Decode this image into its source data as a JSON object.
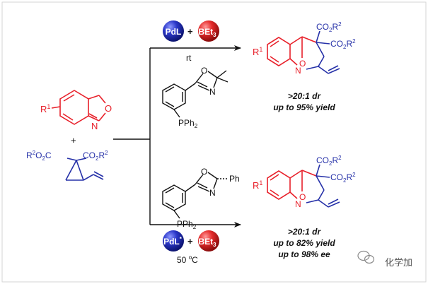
{
  "colors": {
    "red": "#e8202a",
    "blue": "#2530a8",
    "black": "#111111",
    "pd_ball": "#2a36c8",
    "bet_ball": "#e42a2a"
  },
  "reactants": {
    "substituent": "R",
    "substituent_sup": "1",
    "ring_o": "O",
    "ring_n": "N",
    "plus": "+",
    "ester_left": "R",
    "ester_left_sup": "2",
    "ester_left_tail": "O",
    "ester_left_c": "C",
    "ester_right": "CO",
    "ester_right_sub": "2",
    "ester_right_r": "R",
    "ester_right_sup": "2",
    "ester_left_o2": "2"
  },
  "top": {
    "pd_label": "PdL",
    "plus": "+",
    "bet_label": "BEt",
    "bet_sub": "3",
    "condition": "rt",
    "ligand_o": "O",
    "ligand_n": "N",
    "ligand_p": "PPh",
    "ligand_p_sub": "2",
    "product_r1": "R",
    "product_r1_sup": "1",
    "product_n": "N",
    "product_o": "O",
    "product_ester1": "CO",
    "product_ester1_sub": "2",
    "product_ester1_r": "R",
    "product_ester1_sup": "2",
    "product_ester2": "CO",
    "product_ester2_sub": "2",
    "product_ester2_r": "R",
    "product_ester2_sup": "2",
    "result_line1": ">20:1 dr",
    "result_line2": "up to 95% yield"
  },
  "bottom": {
    "pd_label": "PdL",
    "pd_sup": "*",
    "plus": "+",
    "bet_label": "BEt",
    "bet_sub": "3",
    "condition": "50 ",
    "condition_sup": "o",
    "condition_unit": "C",
    "ligand_o": "O",
    "ligand_n": "N",
    "ligand_ph": "Ph",
    "ligand_p": "PPh",
    "ligand_p_sub": "2",
    "product_r1": "R",
    "product_r1_sup": "1",
    "product_n": "N",
    "product_o": "O",
    "product_ester1": "CO",
    "product_ester1_sub": "2",
    "product_ester1_r": "R",
    "product_ester1_sup": "2",
    "product_ester2": "CO",
    "product_ester2_sub": "2",
    "product_ester2_r": "R",
    "product_ester2_sup": "2",
    "result_line1": ">20:1 dr",
    "result_line2": "up to 82% yield",
    "result_line3": "up to 98% ee"
  },
  "watermark": "化学加",
  "watermark_icon": "wechat-icon"
}
